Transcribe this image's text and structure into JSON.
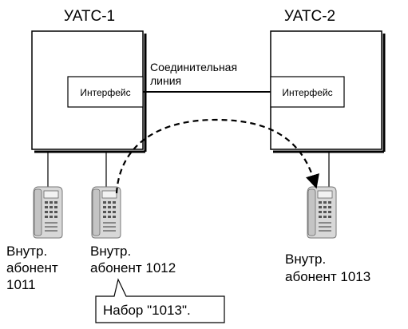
{
  "pbx1": {
    "title": "УАТС-1",
    "interface_label": "Интерфейс"
  },
  "pbx2": {
    "title": "УАТС-2",
    "interface_label": "Интерфейс"
  },
  "trunk": {
    "label_line1": "Соединительная",
    "label_line2": "линия"
  },
  "ext1011": {
    "line1": "Внутр.",
    "line2": "абонент",
    "line3": "1011"
  },
  "ext1012": {
    "line1": "Внутр.",
    "line2": "абонент 1012"
  },
  "ext1013": {
    "line1": "Внутр.",
    "line2": "абонент 1013"
  },
  "callout": {
    "text": "Набор \"1013\"."
  },
  "icons": {
    "phone": "desk-phone-icon"
  }
}
